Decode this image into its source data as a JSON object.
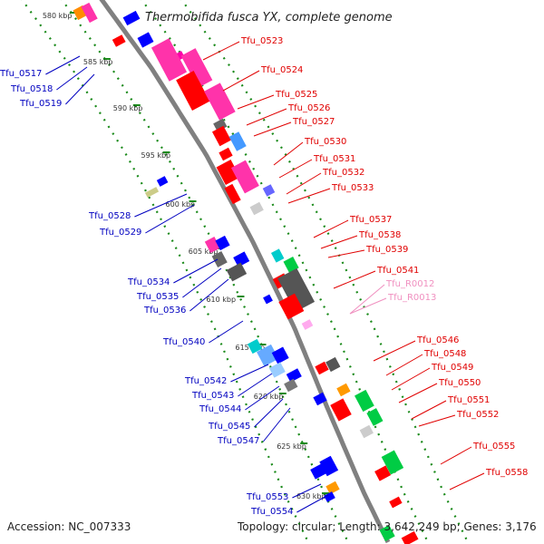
{
  "title": "Thermobifida fusca YX, complete genome",
  "footer": {
    "accession": "Accession: NC_007333",
    "topology": "Topology: circular; Length: 3,642,249 bp; Genes: 3,176"
  },
  "colors": {
    "backbone": "#808080",
    "forward_label": "#e00000",
    "reverse_label": "#0000c0",
    "rna_label": "#f090c0",
    "tick": "#1a8a1a"
  },
  "ticks": [
    "580 kbp",
    "585 kbp",
    "590 kbp",
    "595 kbp",
    "600 kbp",
    "605 kbp",
    "610 kbp",
    "615 kbp",
    "620 kbp",
    "625 kbp",
    "630 kbp"
  ],
  "genes_right": [
    "Tfu_0523",
    "Tfu_0524",
    "Tfu_0525",
    "Tfu_0526",
    "Tfu_0527",
    "Tfu_0530",
    "Tfu_0531",
    "Tfu_0532",
    "Tfu_0533",
    "Tfu_0537",
    "Tfu_0538",
    "Tfu_0539",
    "Tfu_0541",
    "Tfu_0546",
    "Tfu_0548",
    "Tfu_0549",
    "Tfu_0550",
    "Tfu_0551",
    "Tfu_0552",
    "Tfu_0555",
    "Tfu_0558"
  ],
  "genes_rna": [
    "Tfu_R0012",
    "Tfu_R0013"
  ],
  "genes_left": [
    "Tfu_0517",
    "Tfu_0518",
    "Tfu_0519",
    "Tfu_0528",
    "Tfu_0529",
    "Tfu_0534",
    "Tfu_0535",
    "Tfu_0536",
    "Tfu_0540",
    "Tfu_0542",
    "Tfu_0543",
    "Tfu_0544",
    "Tfu_0545",
    "Tfu_0547",
    "Tfu_0553",
    "Tfu_0554"
  ]
}
